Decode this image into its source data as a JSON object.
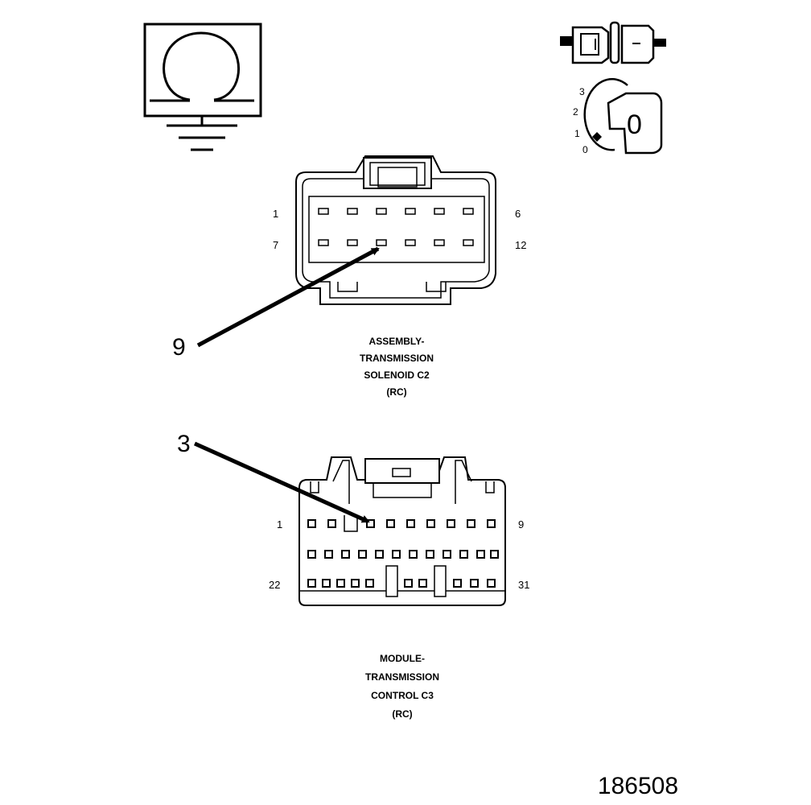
{
  "symbols": {
    "ohmmeter": "ohm-symbol-over-ground",
    "ignition_switch": {
      "positions": [
        "3",
        "2",
        "1",
        "0"
      ],
      "key_label": "0"
    }
  },
  "connectors": {
    "c2": {
      "pins_top": [
        "1",
        "6"
      ],
      "pins_bottom": [
        "7",
        "12"
      ],
      "callout": "9",
      "caption": [
        "ASSEMBLY-",
        "TRANSMISSION",
        "SOLENOID C2",
        "(RC)"
      ]
    },
    "c3": {
      "pins_top": [
        "1",
        "9"
      ],
      "pins_bottom": [
        "22",
        "31"
      ],
      "callout": "3",
      "caption": [
        "MODULE-",
        "TRANSMISSION",
        "CONTROL C3",
        "(RC)"
      ]
    }
  },
  "figure_id": "186508"
}
